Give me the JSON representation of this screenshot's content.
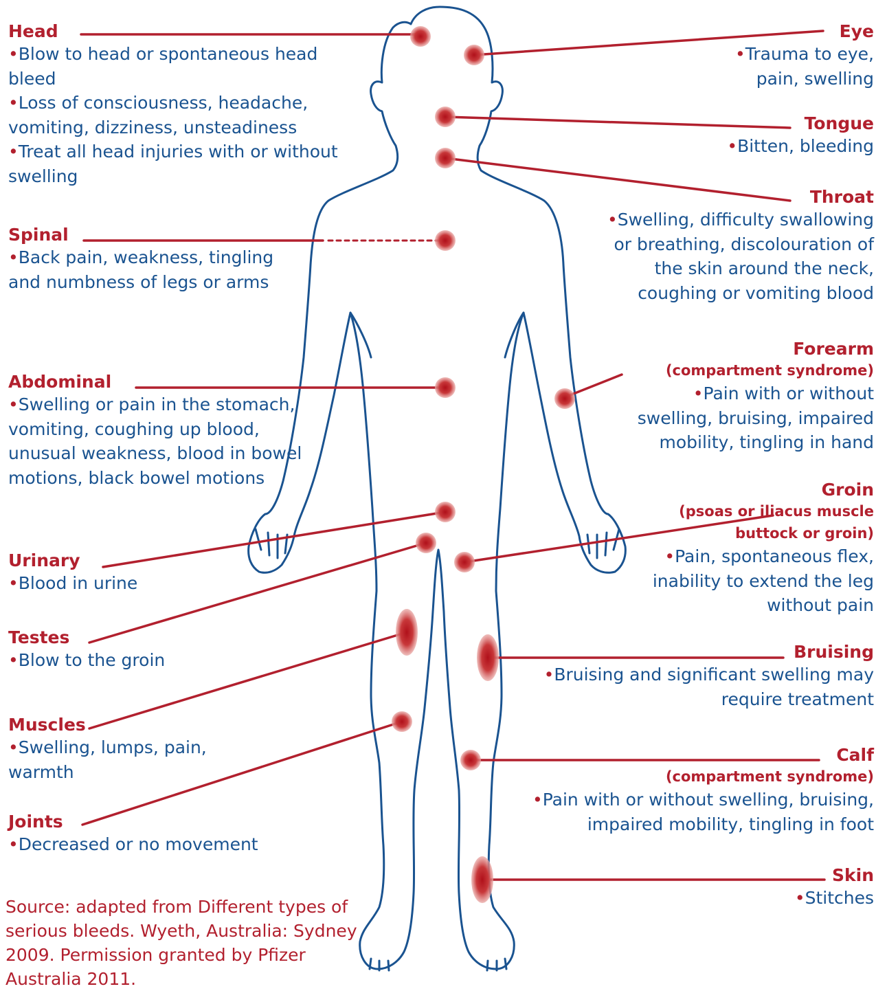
{
  "colors": {
    "heading": "#b2202e",
    "body_text": "#1a5390",
    "outline": "#1a5390",
    "leader_line": "#b2202e",
    "injury_spot": "#c0392b"
  },
  "bullet": "•",
  "labels": {
    "head": {
      "title": "Head",
      "items": [
        "Blow to head or spontaneous head bleed",
        "Loss of consciousness, headache, vomiting, dizziness, unsteadiness",
        "Treat all head injuries with or without swelling"
      ]
    },
    "spinal": {
      "title": "Spinal",
      "items": [
        "Back pain, weakness, tingling and numbness of legs or arms"
      ]
    },
    "abdominal": {
      "title": "Abdominal",
      "items": [
        "Swelling or pain in the stomach, vomiting, coughing up blood, unusual weakness, blood in bowel motions, black bowel motions"
      ]
    },
    "urinary": {
      "title": "Urinary",
      "items": [
        "Blood in urine"
      ]
    },
    "testes": {
      "title": "Testes",
      "items": [
        "Blow to the groin"
      ]
    },
    "muscles": {
      "title": "Muscles",
      "items": [
        "Swelling, lumps, pain, warmth"
      ]
    },
    "joints": {
      "title": "Joints",
      "items": [
        "Decreased or no movement"
      ]
    },
    "eye": {
      "title": "Eye",
      "items": [
        "Trauma to eye, pain, swelling"
      ]
    },
    "tongue": {
      "title": "Tongue",
      "items": [
        "Bitten, bleeding"
      ]
    },
    "throat": {
      "title": "Throat",
      "items": [
        "Swelling, difficulty swallowing or breathing, discolouration of the skin around the neck, coughing or vomiting blood"
      ]
    },
    "forearm": {
      "title": "Forearm",
      "subtitle": "(compartment syndrome)",
      "items": [
        "Pain with or without swelling, bruising, impaired mobility, tingling in hand"
      ]
    },
    "groin": {
      "title": "Groin",
      "subtitle": "(psoas or iliacus muscle buttock or groin)",
      "items": [
        "Pain, spontaneous flex, inability to extend the leg without pain"
      ]
    },
    "bruising": {
      "title": "Bruising",
      "items": [
        "Bruising and significant swelling may require treatment"
      ]
    },
    "calf": {
      "title": "Calf",
      "subtitle": "(compartment syndrome)",
      "items": [
        "Pain with or without swelling, bruising, impaired mobility, tingling in foot"
      ]
    },
    "skin": {
      "title": "Skin",
      "items": [
        "Stitches"
      ]
    }
  },
  "source": "Source: adapted from Different types of serious bleeds. Wyeth, Australia: Sydney 2009. Permission granted by Pfizer Australia 2011."
}
